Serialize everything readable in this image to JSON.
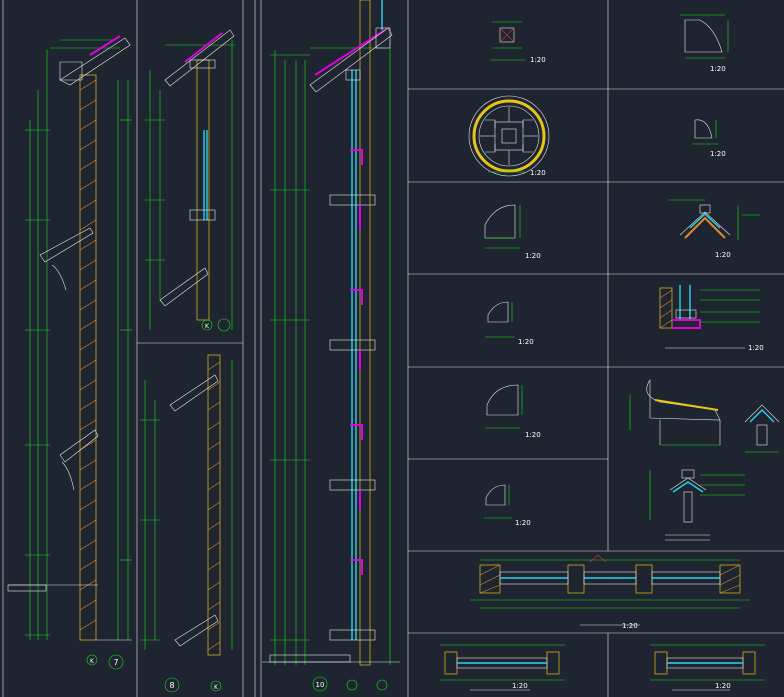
{
  "colors": {
    "background": "#1f2530",
    "frame": "#e8e8e8",
    "dimension": "#16e016",
    "wall": "#e6c419",
    "flashing": "#e000e0",
    "glazing": "#2ad3ee",
    "hatch": "#e08a2a",
    "accent": "#d83a3a"
  },
  "sections": {
    "s7": {
      "number": "7",
      "scale": ""
    },
    "s8": {
      "number": "8",
      "scale": ""
    },
    "s10": {
      "number": "10",
      "scale": ""
    },
    "axis": "K"
  },
  "details": {
    "scale": "1:20"
  }
}
